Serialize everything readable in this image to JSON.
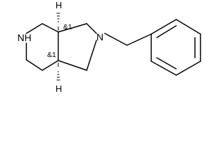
{
  "structure": {
    "atoms": {
      "piperidine_nitrogen": {
        "symbol": "N",
        "hydrogen": "H",
        "text": "NH"
      },
      "pyrrolidine_nitrogen": {
        "symbol": "N",
        "text": "N"
      }
    },
    "hydrogens": {
      "upper": "H",
      "lower": "H"
    },
    "stereo_labels": {
      "upper": "&1",
      "lower": "&1"
    }
  }
}
